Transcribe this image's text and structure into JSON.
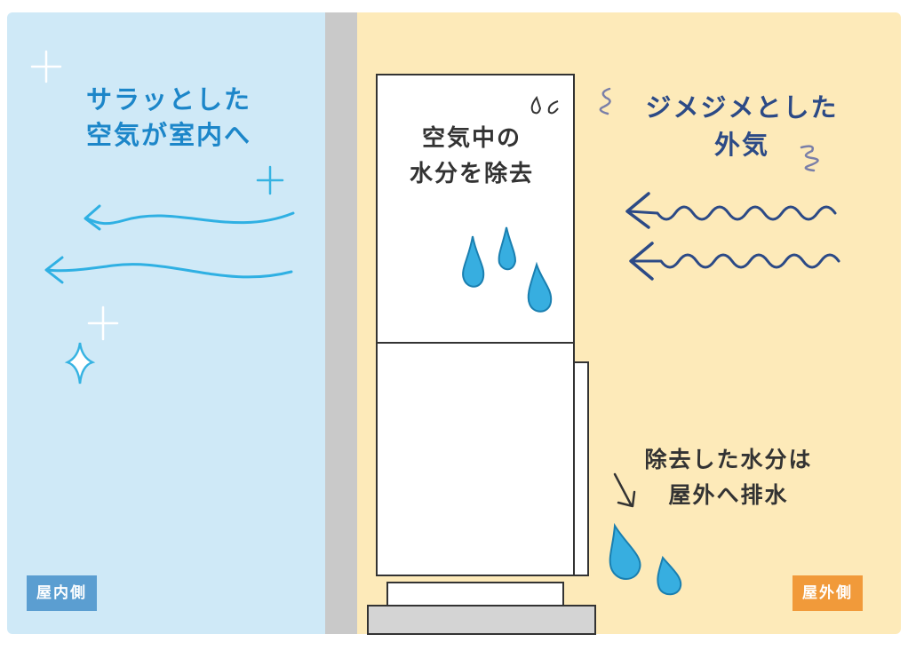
{
  "indoor": {
    "text": "サラッとした\n空気が室内へ",
    "badge": "屋内側",
    "color": "#1c86c9"
  },
  "outdoor": {
    "text": "ジメジメとした\n外気",
    "badge": "屋外側",
    "color": "#2c4a86"
  },
  "device": {
    "text": "空気中の\n水分を除去"
  },
  "drain": {
    "text": "除去した水分は\n屋外へ排水"
  },
  "colors": {
    "indoor_bg": "#cfe9f7",
    "wall": "#c9c9c9",
    "outdoor_bg": "#fdeab9",
    "drop": "#37aee0",
    "badge_in": "#5b9ed1",
    "badge_out": "#f19a3a"
  }
}
